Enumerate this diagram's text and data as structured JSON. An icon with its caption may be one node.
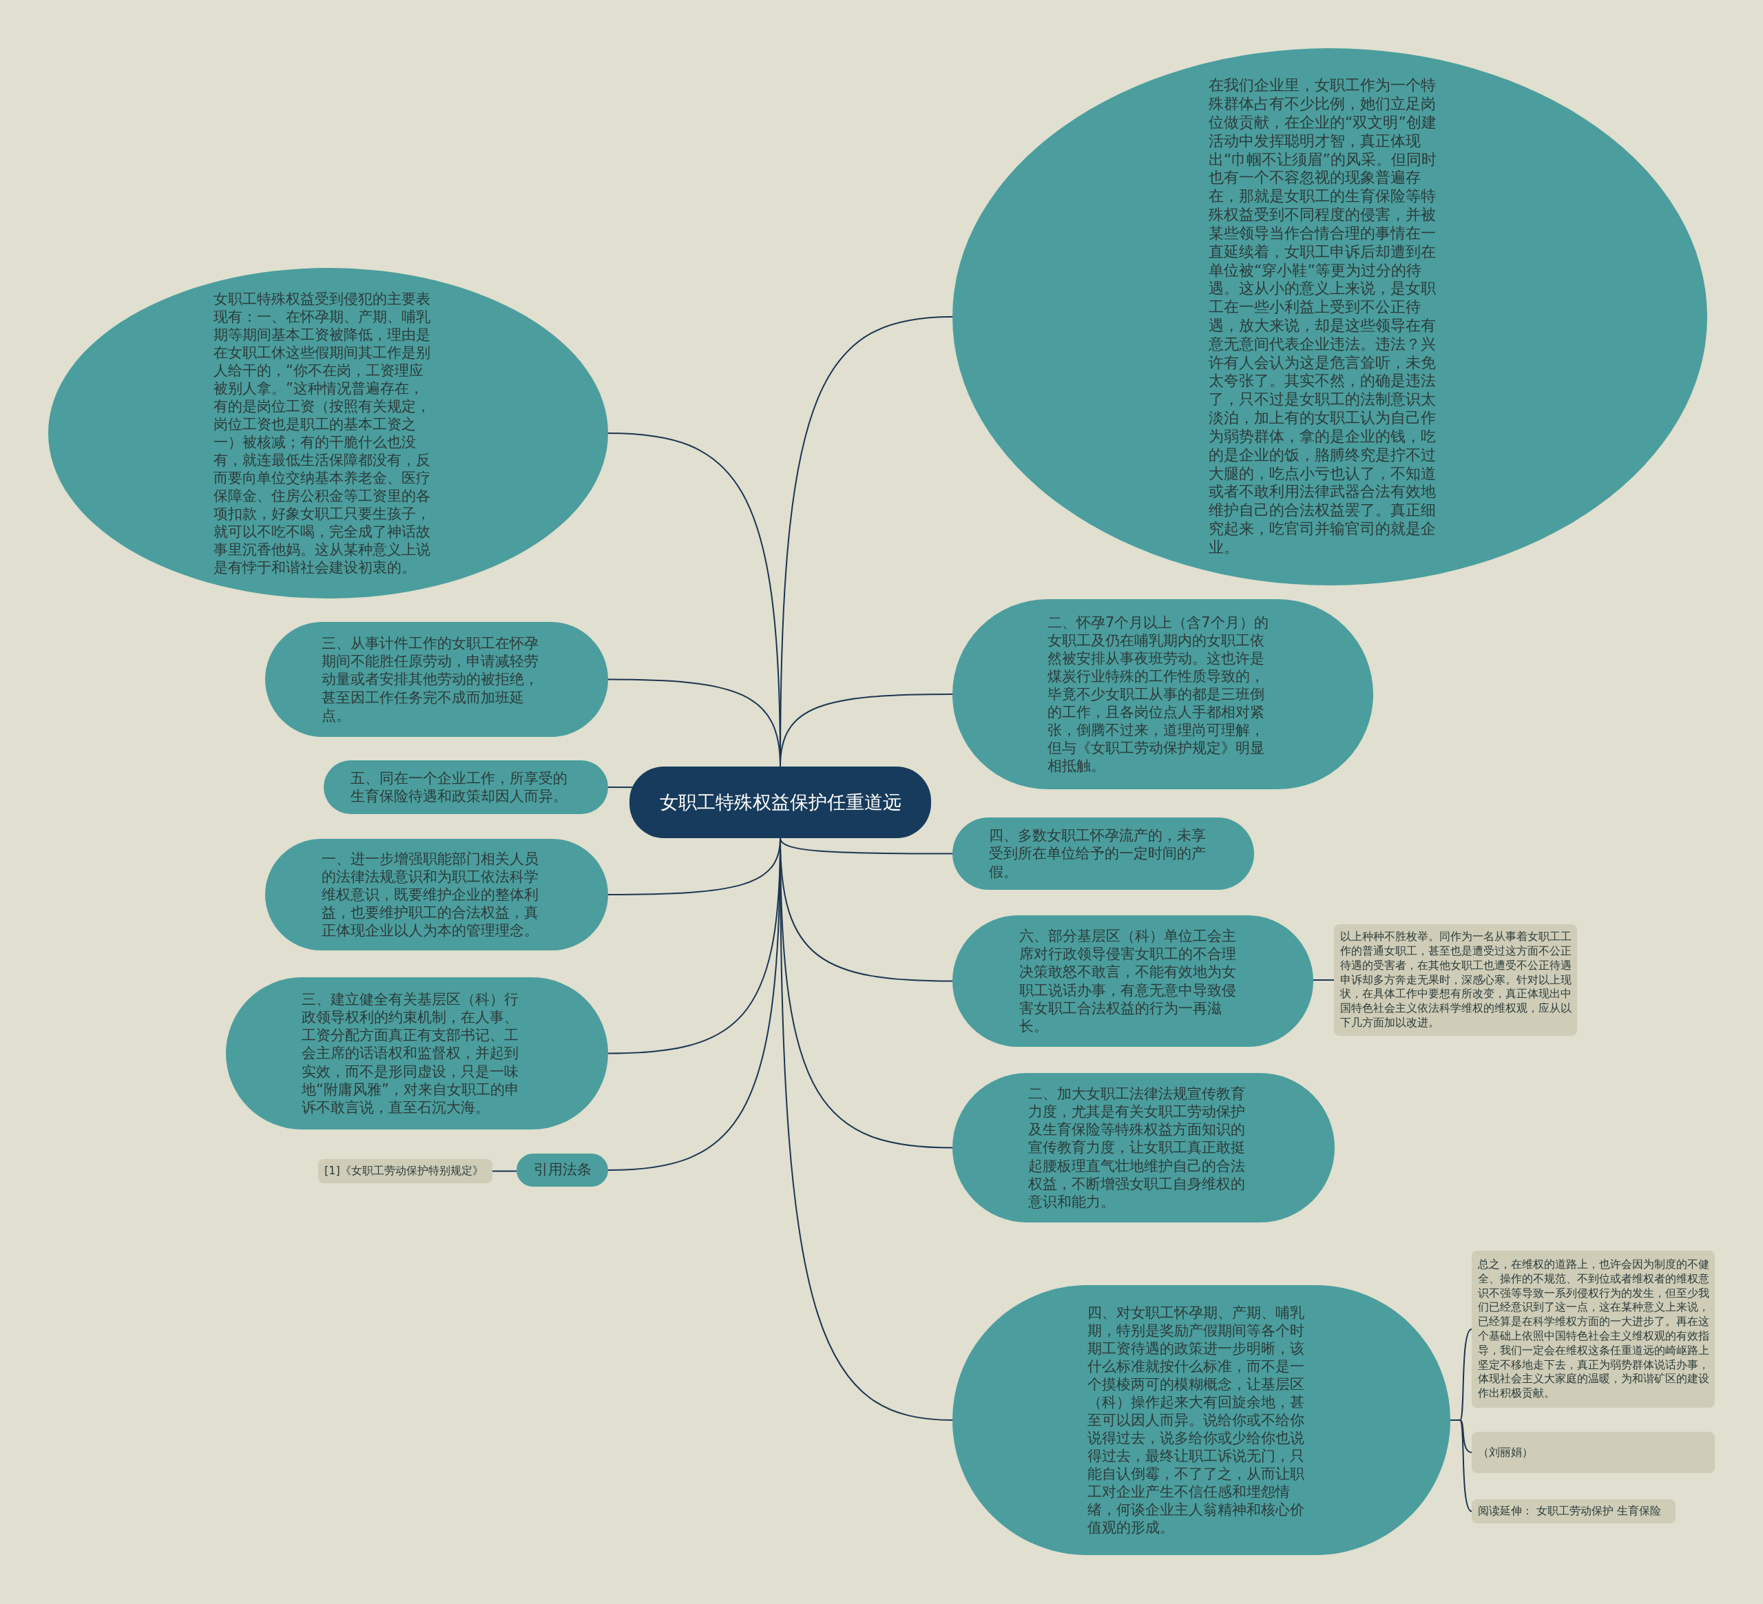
{
  "diagram": {
    "nodes": [
      {
        "text": [
          "女职工特殊权益保护任重道远"
        ]
      },
      {
        "text": [
          "在我们企业里，女职工作为一个特殊群体占有不少比例，她们立足岗位做贡献，在企业的“双文明”创建活动中发挥聪明才智，真正体现出“巾帼不让须眉”的风采。但同时也有一个不容忽视的现象普遍存在，那就是女职工的生育保险等特殊权益受到不同程度的侵害，并被某些领导当作合情合理的事情在一直延续着，女职工申诉后却遭到在单位被“穿小鞋”等更为过分的待遇。这从小的意义上来说，是女职工在一些小利益上受到不公正待遇，放大来说，却是这些领导在有意无意间代表企业违法。违法？兴许有人会认为这是危言耸听，未免太夸张了。其实不然，的确是违法了，只不过是女职工的法制意识太淡泊，加上有的女职工认为自己作为弱势群体，拿的是企业的钱，吃的是企业的饭，胳膊终究是拧不过大腿的，吃点小亏也认了，不知道或者不敢利用法律武器合法有效地维护自己的合法权益罢了。真正细究起来，吃官司并输官司的就是企业。"
        ]
      },
      {
        "text": [
          "女职工特殊权益受到侵犯的主要表现有：一、在怀孕期、产期、哺乳期等期间基本工资被降低，理由是在女职工休这些假期间其工作是别人给干的，“你不在岗，工资理应被别人拿。”这种情况普遍存在，有的是岗位工资（按照有关规定，岗位工资也是职工的基本工资之一）被核减；有的干脆什么也没有，就连最低生活保障都没有，反而要向单位交纳基本养老金、医疗保障金、住房公积金等工资里的各项扣款，好象女职工只要生孩子，就可以不吃不喝，完全成了神话故事里沉香他妈。这从某种意义上说是有悖于和谐社会建设初衷的。"
        ]
      },
      {
        "text": [
          "二、怀孕7个月以上（含7个月）的女职工及仍在哺乳期内的女职工依然被安排从事夜班劳动。这也许是煤炭行业特殊的工作性质导致的，毕竟不少女职工从事的都是三班倒的工作，且各岗位点人手都相对紧张，倒腾不过来，道理尚可理解，但与《女职工劳动保护规定》明显相抵触。"
        ]
      },
      {
        "text": [
          "三、从事计件工作的女职工在怀孕期间不能胜任原劳动，申请减轻劳动量或者安排其他劳动的被拒绝，甚至因工作任务完不成而加班延点。"
        ]
      },
      {
        "text": [
          "五、同在一个企业工作，所享受的生育保险待遇和政策却因人而异。"
        ]
      },
      {
        "text": [
          "四、多数女职工怀孕流产的，未享受到所在单位给予的一定时间的产假。"
        ]
      },
      {
        "text": [
          "一、进一步增强职能部门相关人员的法律法规意识和为职工依法科学维权意识，既要维护企业的整体利益，也要维护职工的合法权益，真正体现企业以人为本的管理理念。"
        ]
      },
      {
        "text": [
          "六、部分基层区（科）单位工会主席对行政领导侵害女职工的不合理决策敢怒不敢言，不能有效地为女职工说话办事，有意无意中导致侵害女职工合法权益的行为一再滋长。"
        ]
      },
      {
        "text": [
          "以上种种不胜枚举。同作为一名从事着女职工工作的普通女职工，甚至也是遭受过这方面不公正待遇的受害者，在其他女职工也遭受不公正待遇申诉却多方奔走无果时，深感心寒。针对以上现状，在具体工作中要想有所改变，真正体现出中国特色社会主义依法科学维权的维权观，应从以下几方面加以改进。"
        ]
      },
      {
        "text": [
          "三、建立健全有关基层区（科）行政领导权利的约束机制，在人事、工资分配方面真正有支部书记、工会主席的话语权和监督权，并起到实效，而不是形同虚设，只是一味地“附庸风雅”，对来自女职工的申诉不敢言说，直至石沉大海。"
        ]
      },
      {
        "text": [
          "二、加大女职工法律法规宣传教育力度，尤其是有关女职工劳动保护及生育保险等特殊权益方面知识的宣传教育力度，让女职工真正敢挺起腰板理直气壮地维护自己的合法权益，不断增强女职工自身维权的意识和能力。"
        ]
      },
      {
        "text": [
          "引用法条"
        ]
      },
      {
        "text": [
          "[1]《女职工劳动保护特别规定》"
        ]
      },
      {
        "text": [
          "四、对女职工怀孕期、产期、哺乳期，特别是奖励产假期间等各个时期工资待遇的政策进一步明晰，该什么标准就按什么标准，而不是一个摸棱两可的模糊概念，让基层区（科）操作起来大有回旋余地，甚至可以因人而异。说给你或不给你说得过去，说多给你或少给你也说得过去，最终让职工诉说无门，只能自认倒霉，不了了之，从而让职工对企业产生不信任感和埋怨情绪，何谈企业主人翁精神和核心价值观的形成。"
        ]
      },
      {
        "text": [
          "总之，在维权的道路上，也许会因为制度的不健全、操作的不规范、不到位或者维权者的维权意识不强等导致一系列侵权行为的发生，但至少我们已经意识到了这一点，这在某种意义上来说，已经算是在科学维权方面的一大进步了。再在这个基础上依照中国特色社会主义维权观的有效指导，我们一定会在维权这条任重道远的崎岖路上坚定不移地走下去，真正为弱势群体说话办事，体现社会主义大家庭的温暖，为和谐矿区的建设作出积极贡献。"
        ]
      },
      {
        "text": [
          "（刘丽娟）"
        ]
      },
      {
        "text": [
          "阅读延伸：  女职工劳动保护 生育保险"
        ]
      }
    ],
    "edges": [
      {
        "from": 0,
        "to": 1,
        "arrow": "none"
      },
      {
        "from": 0,
        "to": 2,
        "arrow": "none"
      },
      {
        "from": 0,
        "to": 3,
        "arrow": "none"
      },
      {
        "from": 0,
        "to": 4,
        "arrow": "none"
      },
      {
        "from": 0,
        "to": 5,
        "arrow": "none"
      },
      {
        "from": 0,
        "to": 6,
        "arrow": "none"
      },
      {
        "from": 0,
        "to": 7,
        "arrow": "none"
      },
      {
        "from": 0,
        "to": 8,
        "arrow": "none"
      },
      {
        "from": 8,
        "to": 9,
        "arrow": "none"
      },
      {
        "from": 0,
        "to": 10,
        "arrow": "none"
      },
      {
        "from": 0,
        "to": 11,
        "arrow": "none"
      },
      {
        "from": 0,
        "to": 12,
        "arrow": "none"
      },
      {
        "from": 12,
        "to": 13,
        "arrow": "none"
      },
      {
        "from": 0,
        "to": 14,
        "arrow": "none"
      },
      {
        "from": 14,
        "to": 15,
        "arrow": "none"
      },
      {
        "from": 14,
        "to": 16,
        "arrow": "none"
      },
      {
        "from": 14,
        "to": 17,
        "arrow": "none"
      }
    ]
  }
}
